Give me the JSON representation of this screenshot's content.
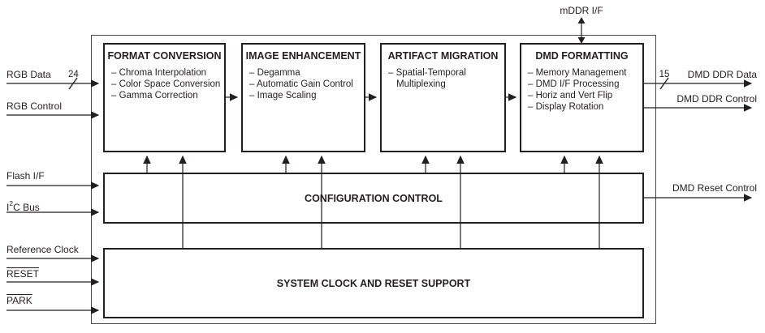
{
  "diagram": {
    "title_semantic": "DLP display controller functional block diagram",
    "colors": {
      "line": "#231f20",
      "block_border": "#231f20",
      "background": "#ffffff"
    },
    "top_port": {
      "label": "mDDR I/F",
      "direction": "bidirectional"
    },
    "blocks": [
      {
        "title": "FORMAT CONVERSION",
        "items": [
          "– Chroma Interpolation",
          "– Color Space Conversion",
          "– Gamma Correction"
        ]
      },
      {
        "title": "IMAGE ENHANCEMENT",
        "items": [
          "– Degamma",
          "– Automatic Gain Control",
          "– Image Scaling"
        ]
      },
      {
        "title": "ARTIFACT MIGRATION",
        "items": [
          "– Spatial-Temporal Multiplexing"
        ]
      },
      {
        "title": "DMD FORMATTING",
        "items": [
          "– Memory Management",
          "– DMD I/F Processing",
          "– Horiz and Vert Flip",
          "– Display Rotation"
        ]
      }
    ],
    "config_block": {
      "title": "CONFIGURATION CONTROL"
    },
    "system_block": {
      "title": "SYSTEM CLOCK AND RESET SUPPORT"
    },
    "left_inputs": [
      {
        "label": "RGB Data",
        "bus_width": "24"
      },
      {
        "label": "RGB Control"
      },
      {
        "label": "Flash I/F"
      },
      {
        "label_pre": "I",
        "label_sup": "2",
        "label_post": "C Bus"
      },
      {
        "label": "Reference Clock"
      },
      {
        "label": "RESET",
        "active_low": true
      },
      {
        "label": "PARK",
        "active_low": true
      }
    ],
    "right_outputs": [
      {
        "label": "DMD DDR Data",
        "bus_width": "15"
      },
      {
        "label": "DMD DDR Control"
      },
      {
        "label": "DMD Reset Control"
      }
    ]
  }
}
